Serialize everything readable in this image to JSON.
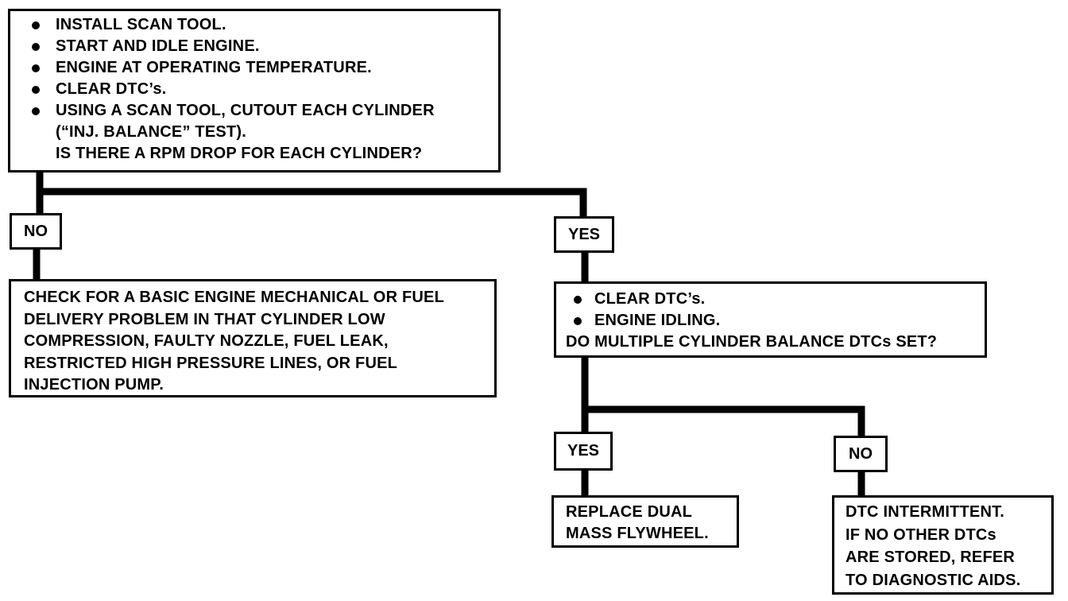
{
  "start_box": {
    "bullets": [
      "INSTALL SCAN TOOL.",
      "START AND IDLE ENGINE.",
      "ENGINE AT OPERATING TEMPERATURE.",
      "CLEAR DTC’s.",
      "USING A SCAN TOOL, CUTOUT EACH CYLINDER"
    ],
    "continuation": "(“INJ. BALANCE” TEST).",
    "question": "IS THERE A RPM DROP FOR EACH CYLINDER?"
  },
  "branch_no_1": {
    "label": "NO",
    "lines": [
      "CHECK FOR A BASIC ENGINE MECHANICAL OR FUEL",
      "DELIVERY PROBLEM IN THAT CYLINDER LOW",
      "COMPRESSION, FAULTY NOZZLE, FUEL LEAK,",
      "RESTRICTED HIGH PRESSURE LINES, OR FUEL",
      "INJECTION PUMP."
    ]
  },
  "branch_yes_1": {
    "label": "YES",
    "bullets": [
      "CLEAR DTC’s.",
      "ENGINE IDLING."
    ],
    "question": "DO MULTIPLE CYLINDER BALANCE DTCs SET?"
  },
  "branch_yes_2": {
    "label": "YES",
    "lines": [
      "REPLACE DUAL",
      "MASS FLYWHEEL."
    ]
  },
  "branch_no_2": {
    "label": "NO",
    "lines": [
      "DTC INTERMITTENT.",
      "IF NO OTHER DTCs",
      "ARE STORED, REFER",
      "TO DIAGNOSTIC AIDS."
    ]
  }
}
